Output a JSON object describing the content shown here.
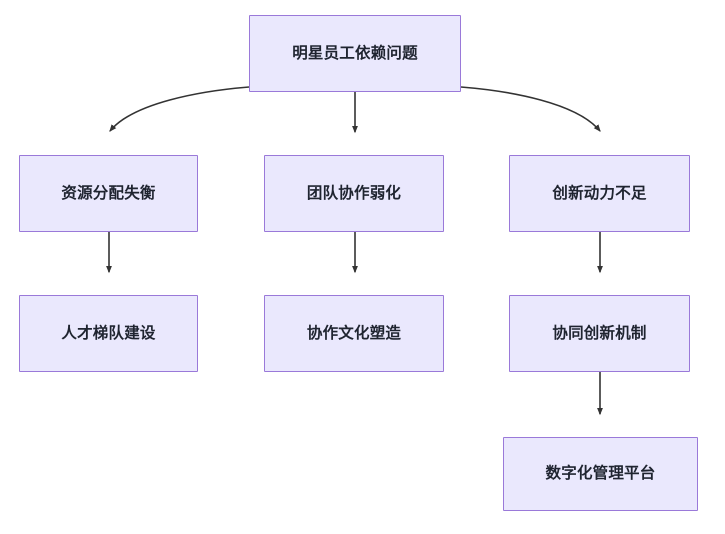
{
  "diagram": {
    "type": "flowchart",
    "direction": "top-down",
    "background_color": "#ffffff",
    "node_fill_color": "#eae8fd",
    "node_border_color": "#9a79d9",
    "node_text_color": "#1f2430",
    "edge_color": "#333333",
    "nodes": [
      {
        "id": "root",
        "label": "明星员工依赖问题",
        "level": 0,
        "column": "center"
      },
      {
        "id": "resource",
        "label": "资源分配失衡",
        "level": 1,
        "column": "left"
      },
      {
        "id": "teamwork",
        "label": "团队协作弱化",
        "level": 1,
        "column": "center"
      },
      {
        "id": "innovation",
        "label": "创新动力不足",
        "level": 1,
        "column": "right"
      },
      {
        "id": "talent",
        "label": "人才梯队建设",
        "level": 2,
        "column": "left"
      },
      {
        "id": "culture",
        "label": "协作文化塑造",
        "level": 2,
        "column": "center"
      },
      {
        "id": "mechanism",
        "label": "协同创新机制",
        "level": 2,
        "column": "right"
      },
      {
        "id": "platform",
        "label": "数字化管理平台",
        "level": 3,
        "column": "right"
      }
    ],
    "edges": [
      {
        "from": "root",
        "to": "resource",
        "style": "curved",
        "arrow": "filled-triangle"
      },
      {
        "from": "root",
        "to": "teamwork",
        "style": "straight",
        "arrow": "filled-triangle"
      },
      {
        "from": "root",
        "to": "innovation",
        "style": "curved",
        "arrow": "filled-triangle"
      },
      {
        "from": "resource",
        "to": "talent",
        "style": "straight",
        "arrow": "filled-triangle"
      },
      {
        "from": "teamwork",
        "to": "culture",
        "style": "straight",
        "arrow": "filled-triangle"
      },
      {
        "from": "innovation",
        "to": "mechanism",
        "style": "straight",
        "arrow": "filled-triangle"
      },
      {
        "from": "mechanism",
        "to": "platform",
        "style": "straight",
        "arrow": "filled-triangle"
      }
    ]
  }
}
